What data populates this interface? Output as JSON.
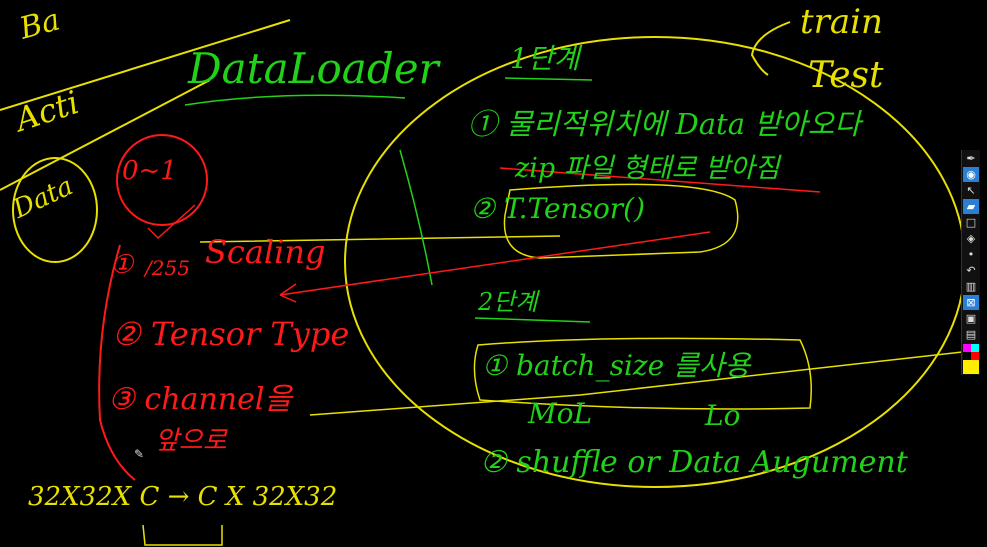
{
  "top_left": {
    "line1": "Ba",
    "line2": "Acti"
  },
  "data_circle": {
    "label": "Data"
  },
  "dataloader_title": "DataLoader",
  "train": "train",
  "test": "Test",
  "stage1": {
    "header": "1단계",
    "item1": "① 물리적위치에 Data 받아오다",
    "item1_sub": "zip 파일 형태로 받아짐",
    "item2": "② T.Tensor()"
  },
  "stage2": {
    "header": "2단계",
    "item1": "① batch_size 를사용",
    "note_mol": "MoL",
    "note_lo": "Lo",
    "item2": "② shuffle or Data Augument"
  },
  "range_label": "0~1",
  "red_list": {
    "item1_num": "①",
    "item1_div": "/255",
    "item1_label": "Scaling",
    "item2": "② Tensor Type",
    "item3": "③ channel을",
    "item3_cont": "앞으로"
  },
  "shape_note": "32X32X C → C X 32X32",
  "toolbar": {
    "items": [
      "pen-icon",
      "eye-icon",
      "pointer-icon",
      "highlighter-icon",
      "shape-icon",
      "eraser-icon",
      "dot-icon",
      "undo-icon",
      "trash-icon",
      "close-box-icon",
      "camera-icon",
      "clipboard-icon",
      "palette-icon"
    ]
  },
  "colors": {
    "yellow": "#e8e000",
    "green": "#22d11a",
    "red": "#ff1a1a",
    "background": "#000000"
  }
}
